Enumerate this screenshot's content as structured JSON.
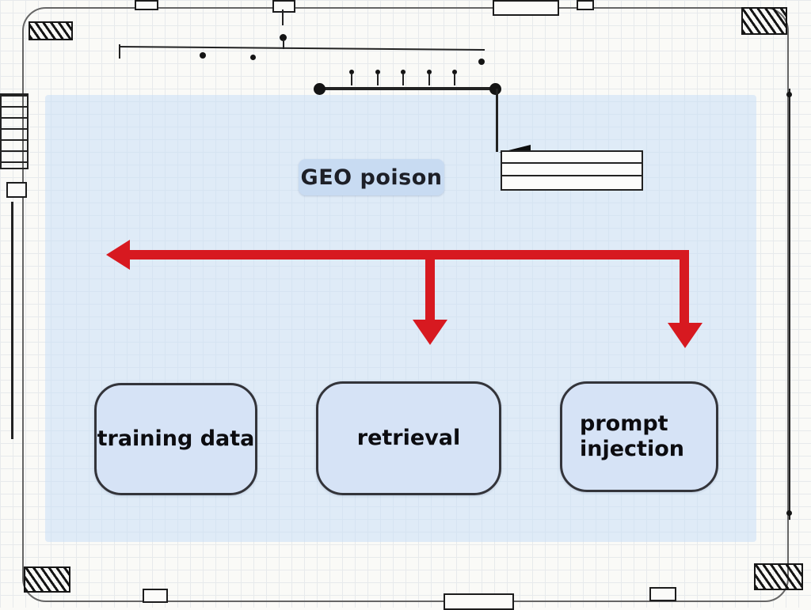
{
  "title": {
    "label": "GEO poison"
  },
  "diagram": {
    "nodes": [
      {
        "id": "training-data",
        "label": "training data"
      },
      {
        "id": "retrieval",
        "label": "retrieval"
      },
      {
        "id": "prompt-injection",
        "label": "prompt injection"
      }
    ],
    "edges": [
      {
        "from": "GEO poison",
        "to": "training data",
        "style": "red-arrow-left"
      },
      {
        "from": "GEO poison",
        "to": "retrieval",
        "style": "red-arrow-down"
      },
      {
        "from": "GEO poison",
        "to": "prompt injection",
        "style": "red-arrow-down"
      }
    ]
  },
  "colors": {
    "arrow_red": "#d71920",
    "panel_blue": "#cfe0f6",
    "node_fill": "#d6e3f6",
    "node_border": "#33343a",
    "title_chip_fill": "#c8dbf2",
    "ink": "#161616"
  }
}
